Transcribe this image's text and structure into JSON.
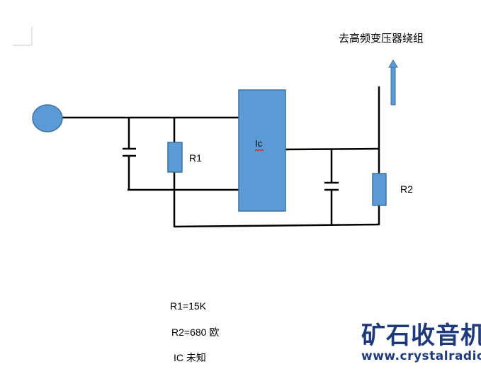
{
  "diagram": {
    "output_label": "去高频变压器绕组",
    "ic_label": "Ic",
    "r1_label": "R1",
    "r2_label": "R2",
    "colors": {
      "component_fill": "#5b9bd5",
      "component_stroke": "#41719c",
      "wire": "#000000"
    }
  },
  "notes": {
    "r1_value": "R1=15K",
    "r2_value": "R2=680 欧",
    "ic_value": "IC 未知"
  },
  "watermark": {
    "title": "矿石收音机",
    "url": "www.crystalradio.cn"
  }
}
